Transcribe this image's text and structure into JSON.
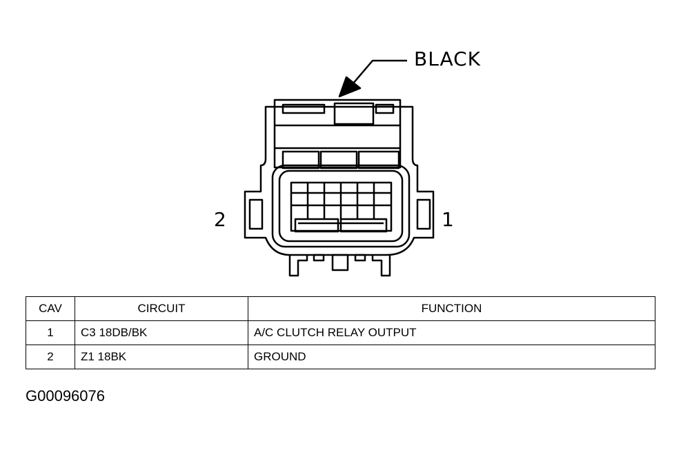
{
  "connector": {
    "color_label": "BLACK",
    "pin_left": "2",
    "pin_right": "1"
  },
  "table": {
    "headers": [
      "CAV",
      "CIRCUIT",
      "FUNCTION"
    ],
    "rows": [
      {
        "cav": "1",
        "circuit": "C3 18DB/BK",
        "function": "A/C CLUTCH RELAY OUTPUT"
      },
      {
        "cav": "2",
        "circuit": "Z1 18BK",
        "function": "GROUND"
      }
    ]
  },
  "figure_id": "G00096076"
}
